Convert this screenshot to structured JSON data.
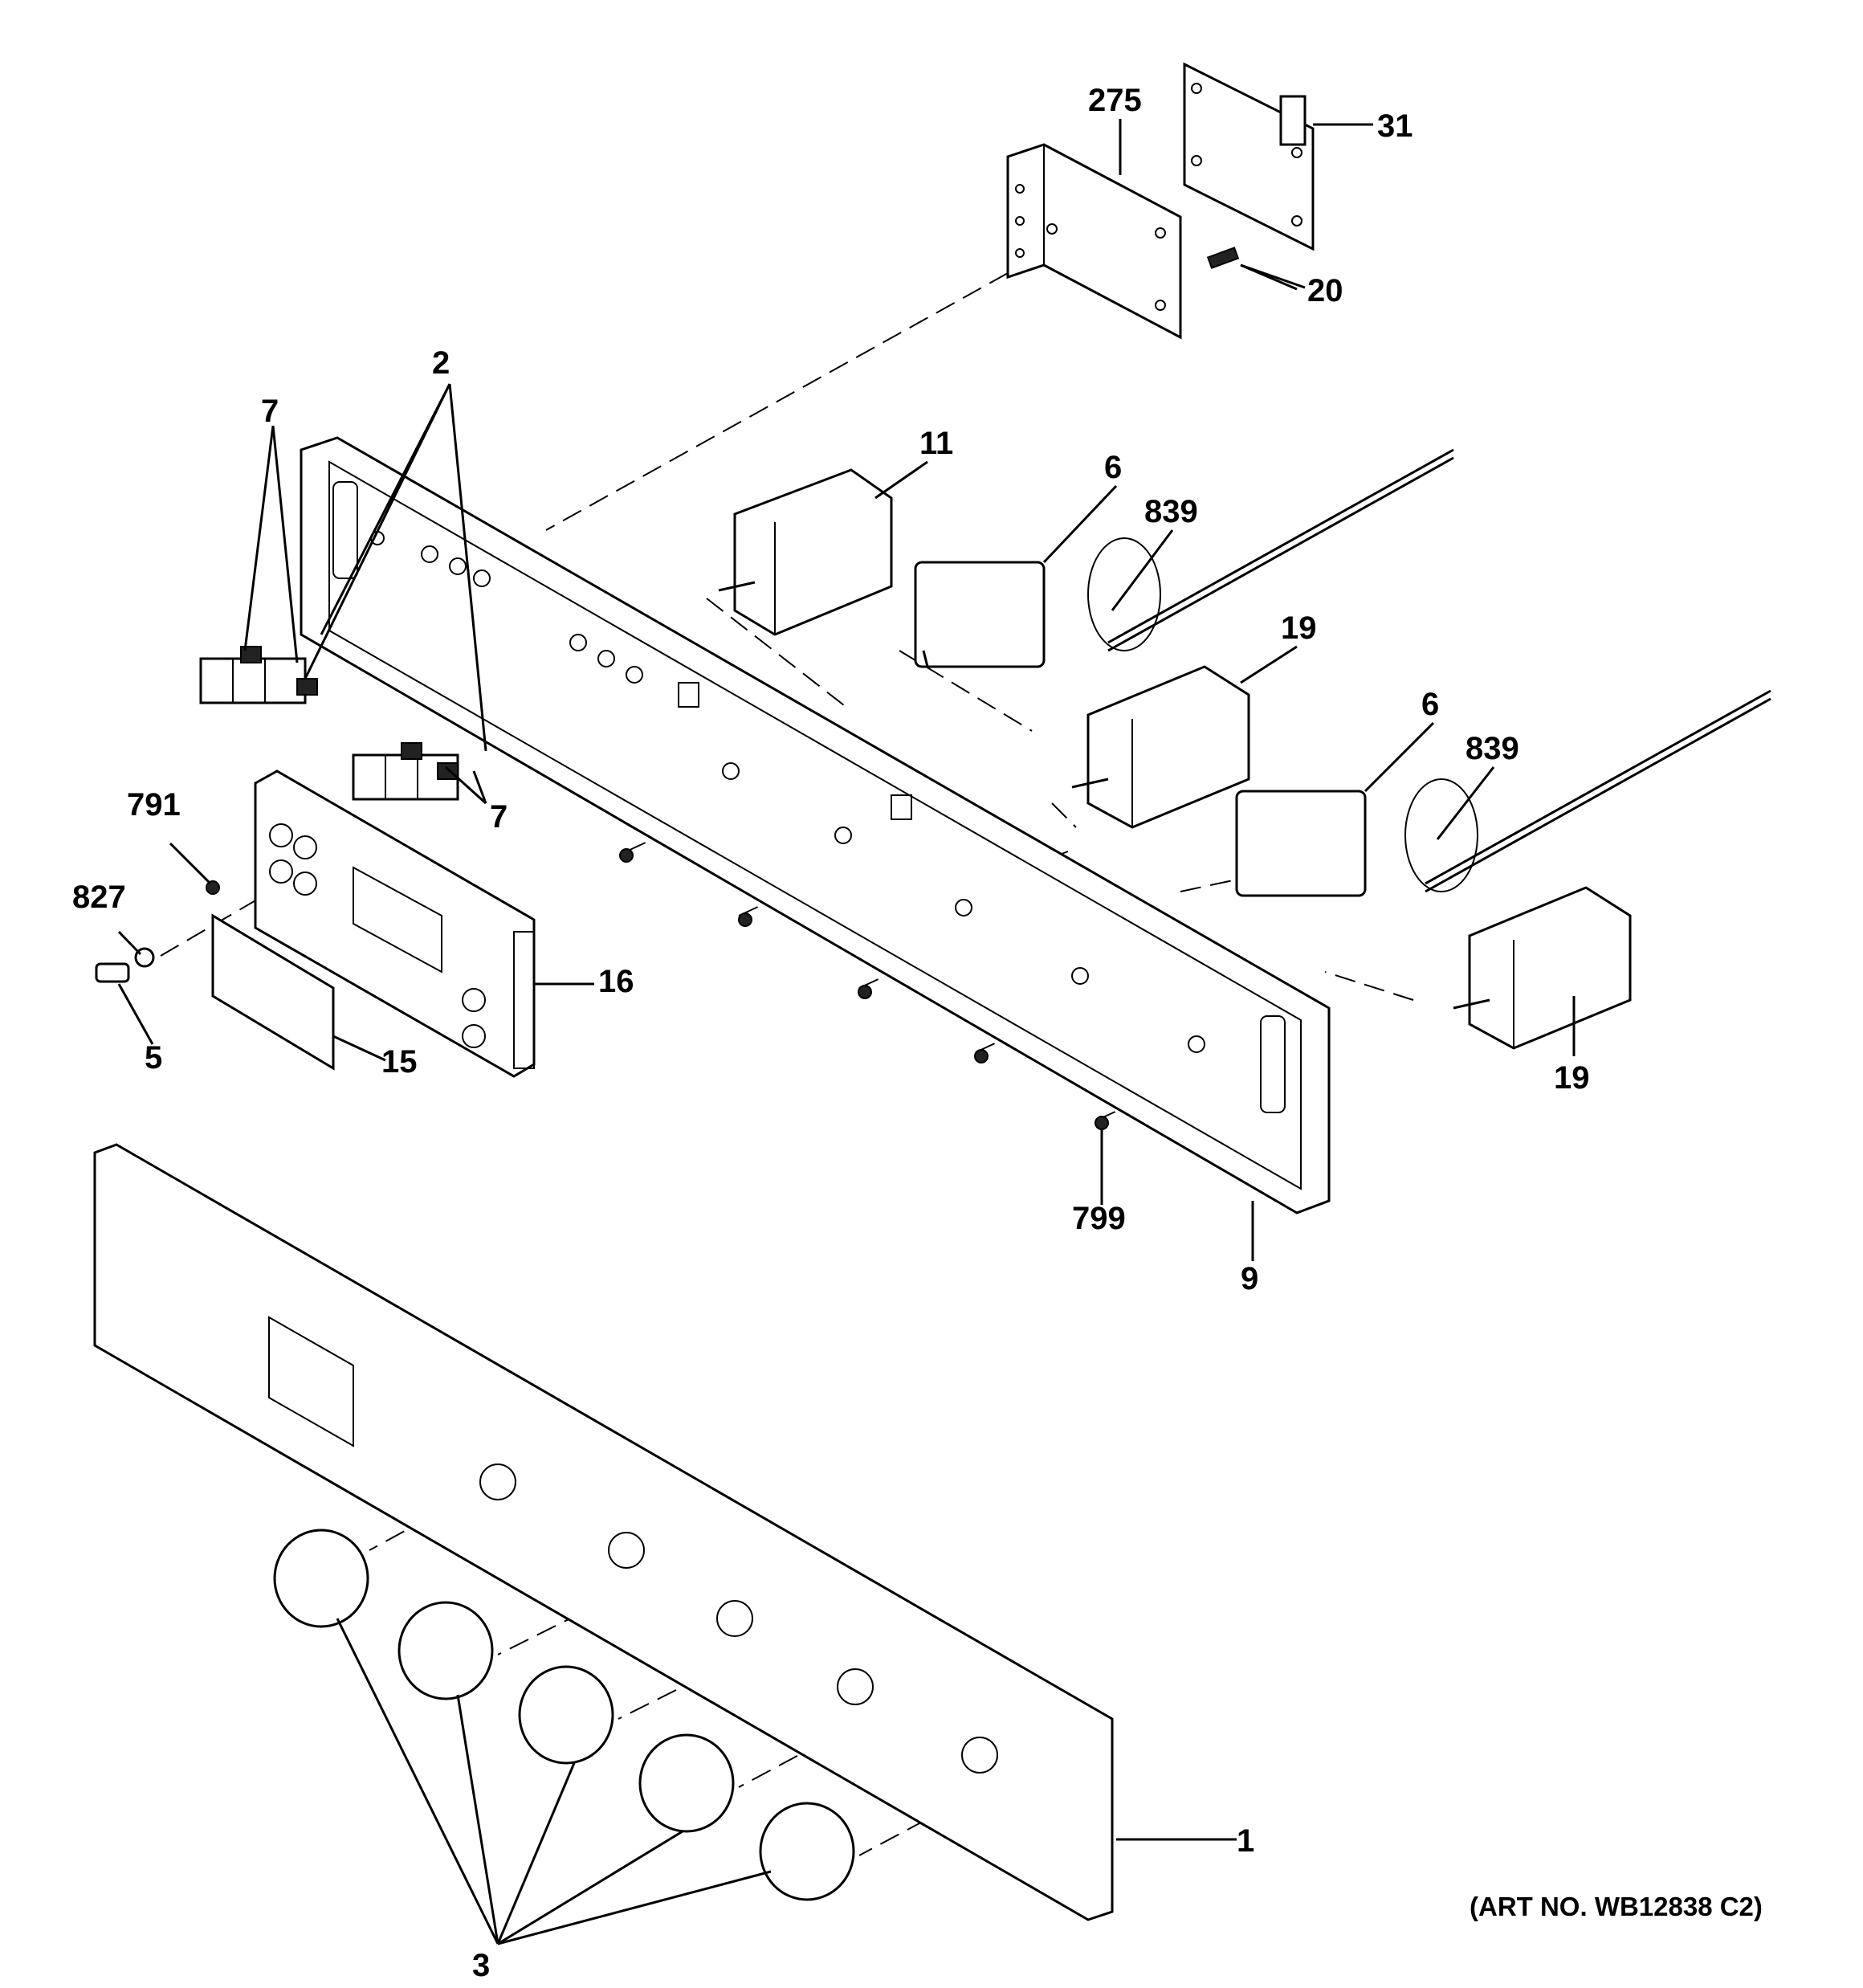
{
  "callouts": {
    "c275": "275",
    "c31": "31",
    "c20": "20",
    "c2": "2",
    "c7a": "7",
    "c7b": "7",
    "c11": "11",
    "c6a": "6",
    "c6b": "6",
    "c839a": "839",
    "c839b": "839",
    "c19a": "19",
    "c19b": "19",
    "c791": "791",
    "c827": "827",
    "c5": "5",
    "c16": "16",
    "c15": "15",
    "c799": "799",
    "c9": "9",
    "c1": "1",
    "c3": "3"
  },
  "art_number": "(ART NO. WB12838 C2)"
}
